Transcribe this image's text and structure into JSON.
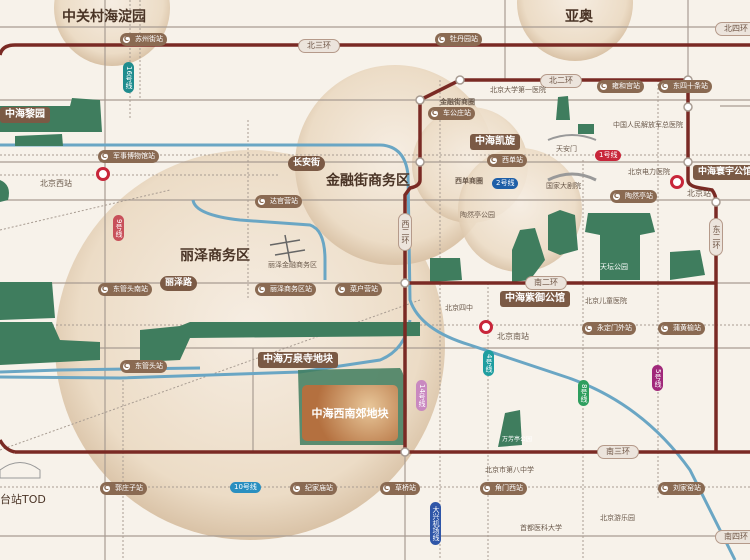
{
  "districts": [
    "中关村海淀园",
    "亚奥",
    "金融街商务区",
    "丽泽商务区"
  ],
  "projects": [
    "中海黎园",
    "中海凯旋",
    "中海寰宇公馆",
    "中海紫御公馆",
    "中海万泉寺地块",
    "中海西南郊地块",
    "台站TOD"
  ],
  "rings": {
    "north3": "北三环",
    "north2": "北二环",
    "south2": "南二环",
    "south3": "南三环",
    "south4": "南四环",
    "north4": "北四环",
    "west2": "西二环",
    "east2": "东二环"
  },
  "roads": {
    "changan": "长安街",
    "lize": "丽泽路"
  },
  "rail_stations": [
    "北京西站",
    "北京站",
    "北京南站"
  ],
  "stations": [
    "苏州街站",
    "牡丹园站",
    "军事博物馆站",
    "达官营站",
    "车公庄站",
    "西单站",
    "雍和宫站",
    "东四十条站",
    "陶然亭站",
    "东管头南站",
    "丽泽商务区站",
    "菜户营站",
    "永定门外站",
    "蒲黄榆站",
    "东管头站",
    "郭庄子站",
    "纪家庙站",
    "草桥站",
    "角门西站",
    "刘家窑站"
  ],
  "lines": [
    "16号线",
    "9号线",
    "1号线",
    "2号线",
    "4号线",
    "14号线",
    "8号线",
    "5号线",
    "10号线",
    "大兴机场线"
  ],
  "landmarks": [
    "天安门",
    "国家大剧院",
    "天坛公园",
    "西单商圈",
    "金融街商圈",
    "北京电力医院",
    "丽泽金融商务区",
    "北京大学第一医院",
    "中国人民解放军总医院",
    "北京南站",
    "陶然亭公园",
    "万芳亭公园",
    "北京儿童医院",
    "北京市第八中学",
    "北京四中",
    "首都医科大学",
    "北京游乐园"
  ],
  "colors": {
    "ring": "#7a2a24",
    "river": "#6aa6c4",
    "park": "#3f7d5e",
    "brown": "#8a6a52"
  }
}
